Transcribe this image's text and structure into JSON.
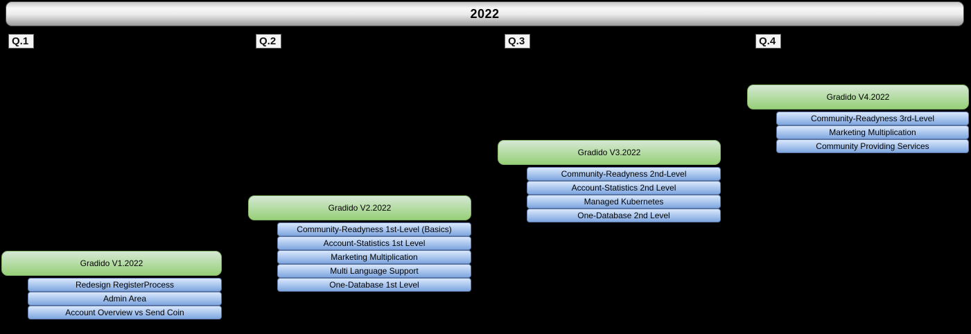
{
  "title": "2022",
  "quarters": [
    {
      "label": "Q.1",
      "release": "Gradido V1.2022",
      "items": [
        "Redesign RegisterProcess",
        "Admin Area",
        "Account Overview vs Send Coin"
      ]
    },
    {
      "label": "Q.2",
      "release": "Gradido V2.2022",
      "items": [
        "Community-Readyness 1st-Level (Basics)",
        "Account-Statistics 1st Level",
        "Marketing Multiplication",
        "Multi Language Support",
        "One-Database 1st Level"
      ]
    },
    {
      "label": "Q.3",
      "release": "Gradido V3.2022",
      "items": [
        "Community-Readyness 2nd-Level",
        "Account-Statistics 2nd Level",
        "Managed Kubernetes",
        "One-Database 2nd Level"
      ]
    },
    {
      "label": "Q.4",
      "release": "Gradido V4.2022",
      "items": [
        "Community-Readyness 3rd-Level",
        "Marketing Multiplication",
        "Community Providing Services"
      ]
    }
  ],
  "colors": {
    "green-fill": "#d5e8d4",
    "green-grad": "#97d077",
    "green-stroke": "#82b366",
    "blue-fill": "#dae8fc",
    "blue-grad": "#7ea6e0",
    "blue-stroke": "#5b76a4",
    "background": "#000000"
  }
}
